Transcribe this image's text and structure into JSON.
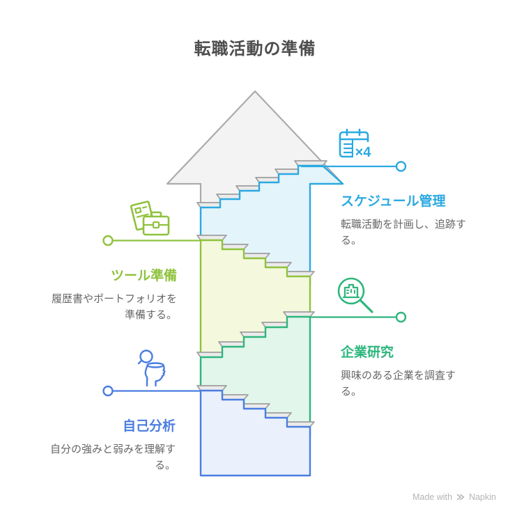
{
  "title": "転職活動の準備",
  "steps": [
    {
      "id": "self-analysis",
      "label": "自己分析",
      "description": "自分の強みと弱みを理解する。",
      "color": "#4A7DE0",
      "fill": "#EAF0FC",
      "icon": "person-reflection-icon",
      "side": "left"
    },
    {
      "id": "company-research",
      "label": "企業研究",
      "description": "興味のある企業を調査する。",
      "color": "#2EB57D",
      "fill": "#E2F6EB",
      "icon": "building-magnifier-icon",
      "side": "right"
    },
    {
      "id": "tool-preparation",
      "label": "ツール準備",
      "description": "履歴書やポートフォリオを準備する。",
      "color": "#8FC23D",
      "fill": "#F4F9DD",
      "icon": "briefcase-documents-icon",
      "side": "left"
    },
    {
      "id": "schedule-management",
      "label": "スケジュール管理",
      "description": "転職活動を計画し、追跡する。",
      "color": "#2BA9E1",
      "fill": "#E4F4FB",
      "icon": "calendar-x4-icon",
      "side": "right",
      "icon_badge": "×4"
    }
  ],
  "footer": {
    "made_with": "Made with",
    "brand": "Napkin"
  },
  "theme": {
    "background": "#FFFFFF",
    "arrow_fill": "#F3F3F3",
    "arrow_stroke": "#ABABAB",
    "cap_fill": "#EBEBEB",
    "cap_stroke": "#9E9E9E",
    "title_color": "#4D4D4D",
    "body_color": "#666666",
    "footer_color": "#B5B5B5"
  }
}
